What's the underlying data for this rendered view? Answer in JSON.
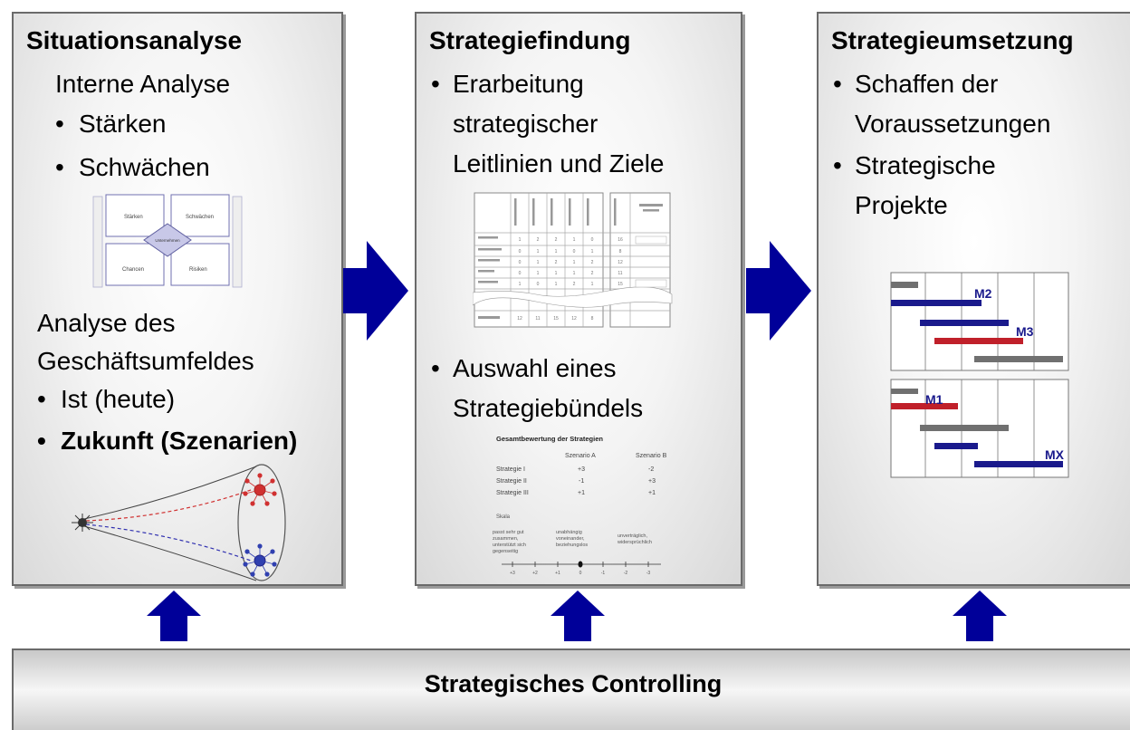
{
  "situation": {
    "title": "Situationsanalyse",
    "intern": "Interne Analyse",
    "staerken": "Stärken",
    "schwaechen": "Schwächen",
    "umfeld_1": "Analyse des",
    "umfeld_2": "Geschäftsumfeldes",
    "ist": "Ist (heute)",
    "zukunft": "Zukunft (Szenarien)",
    "swot": {
      "s": "Stärken",
      "w": "Schwächen",
      "o": "Chancen",
      "t": "Risiken",
      "center": "Unternehmen"
    }
  },
  "findung": {
    "title": "Strategiefindung",
    "b1_1": "Erarbeitung",
    "b1_2": "strategischer",
    "b1_3": "Leitlinien und Ziele",
    "b2_1": "Auswahl eines",
    "b2_2": "Strategiebündels",
    "bewertung": {
      "title": "Gesamtbewertung der Strategien",
      "scenario_a": "Szenario A",
      "scenario_b": "Szenario B",
      "rows": [
        {
          "name": "Strategie I",
          "a": "+3",
          "b": "-2"
        },
        {
          "name": "Strategie II",
          "a": "-1",
          "b": "+3"
        },
        {
          "name": "Strategie III",
          "a": "+1",
          "b": "+1"
        }
      ],
      "skala": "Skala",
      "scale_left_1": "passt sehr gut",
      "scale_left_2": "zusammen,",
      "scale_left_3": "unterstützt sich",
      "scale_left_4": "gegenseitig",
      "scale_mid_1": "unabhängig",
      "scale_mid_2": "voneinander,",
      "scale_mid_3": "beziehungslos",
      "scale_right_1": "unverträglich,",
      "scale_right_2": "widersprüchlich",
      "ticks": [
        "+3",
        "+2",
        "+1",
        "0",
        "-1",
        "-2",
        "-3"
      ]
    }
  },
  "umsetzung": {
    "title": "Strategieumsetzung",
    "b1_1": "Schaffen der",
    "b1_2": "Voraussetzungen",
    "b2_1": "Strategische",
    "b2_2": "Projekte",
    "milestones": {
      "m1": "M1",
      "m2": "M2",
      "m3": "M3",
      "mx": "MX"
    }
  },
  "bullet": "•",
  "controlling": "Strategisches Controlling",
  "colors": {
    "arrow": "#000099",
    "bar_blue": "#1a1a8c",
    "bar_red": "#c0202a",
    "bar_gray": "#707070"
  }
}
